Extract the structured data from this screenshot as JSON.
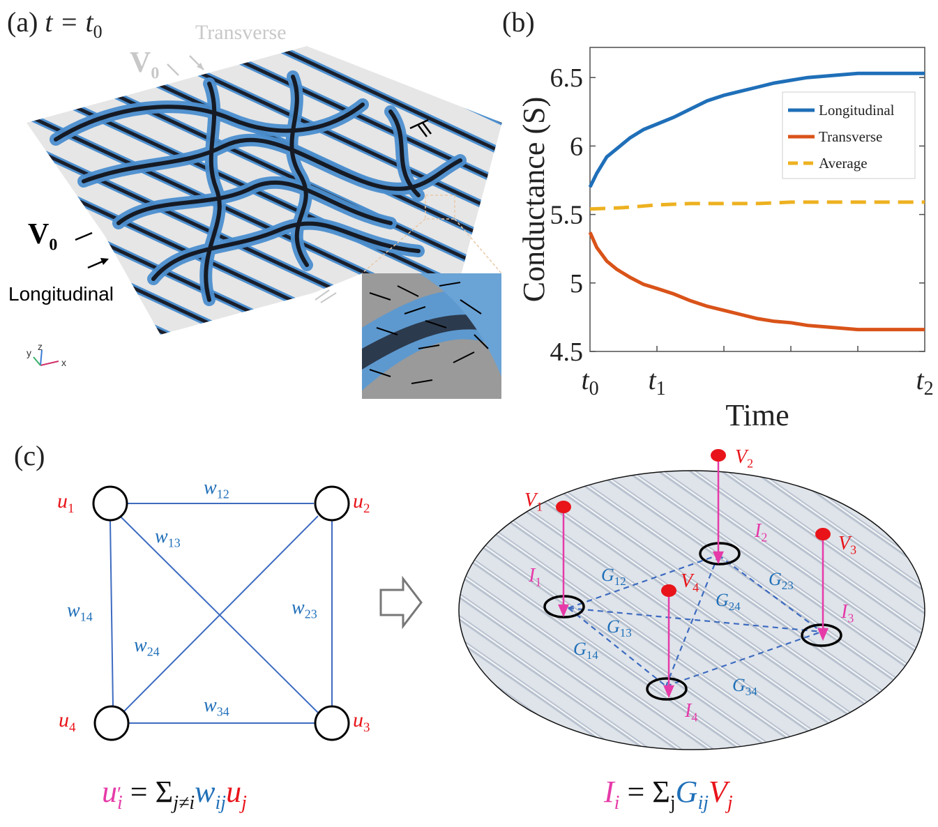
{
  "panel_a": {
    "label": "(a)",
    "time_eq": "t = t",
    "time_sub": "0",
    "transverse_label": "Transverse",
    "v0_top": "V",
    "v0_top_sub": "0",
    "v0_left": "V",
    "v0_left_sub": "0",
    "longitudinal_label": "Longitudinal",
    "axis_y": "y",
    "axis_z": "z",
    "axis_x": "x"
  },
  "panel_b": {
    "label": "(b)"
  },
  "chart_data": {
    "type": "line",
    "xlabel": "Time",
    "ylabel": "Conductance (S)",
    "xticklabels": [
      {
        "base": "t",
        "sub": "0",
        "x": 0
      },
      {
        "base": "t",
        "sub": "1",
        "x": 0.2
      },
      {
        "base": "t",
        "sub": "2",
        "x": 1
      }
    ],
    "yticks": [
      "4.5",
      "5",
      "5.5",
      "6",
      "6.5"
    ],
    "ylim": [
      4.5,
      6.72
    ],
    "xlim": [
      0,
      1
    ],
    "legend_position": "upper-right",
    "series": [
      {
        "name": "Longitudinal",
        "color": "#1f6fb8",
        "style": "solid",
        "x": [
          0,
          0.02,
          0.05,
          0.08,
          0.12,
          0.16,
          0.2,
          0.25,
          0.3,
          0.35,
          0.4,
          0.45,
          0.5,
          0.55,
          0.6,
          0.65,
          0.7,
          0.75,
          0.8,
          0.85,
          0.9,
          0.95,
          1.0
        ],
        "y": [
          5.7,
          5.8,
          5.92,
          5.98,
          6.06,
          6.12,
          6.16,
          6.21,
          6.27,
          6.33,
          6.37,
          6.4,
          6.43,
          6.46,
          6.48,
          6.5,
          6.51,
          6.52,
          6.53,
          6.53,
          6.53,
          6.53,
          6.53
        ]
      },
      {
        "name": "Transverse",
        "color": "#d95319",
        "style": "solid",
        "x": [
          0,
          0.02,
          0.05,
          0.08,
          0.12,
          0.16,
          0.2,
          0.25,
          0.3,
          0.35,
          0.4,
          0.45,
          0.5,
          0.55,
          0.6,
          0.65,
          0.7,
          0.75,
          0.8,
          0.85,
          0.9,
          0.95,
          1.0
        ],
        "y": [
          5.37,
          5.26,
          5.16,
          5.1,
          5.04,
          4.99,
          4.96,
          4.92,
          4.87,
          4.83,
          4.8,
          4.77,
          4.74,
          4.72,
          4.71,
          4.69,
          4.68,
          4.67,
          4.66,
          4.66,
          4.66,
          4.66,
          4.66
        ]
      },
      {
        "name": "Average",
        "color": "#edb120",
        "style": "dashed",
        "x": [
          0,
          0.1,
          0.2,
          0.3,
          0.4,
          0.5,
          0.6,
          0.7,
          0.8,
          0.9,
          1.0
        ],
        "y": [
          5.54,
          5.55,
          5.57,
          5.58,
          5.58,
          5.58,
          5.59,
          5.59,
          5.59,
          5.59,
          5.59
        ]
      }
    ]
  },
  "panel_c": {
    "label": "(c)",
    "nodes": [
      {
        "id": "u1",
        "base": "u",
        "sub": "1"
      },
      {
        "id": "u2",
        "base": "u",
        "sub": "2"
      },
      {
        "id": "u3",
        "base": "u",
        "sub": "3"
      },
      {
        "id": "u4",
        "base": "u",
        "sub": "4"
      }
    ],
    "edges": [
      {
        "base": "w",
        "sub": "12"
      },
      {
        "base": "w",
        "sub": "13"
      },
      {
        "base": "w",
        "sub": "14"
      },
      {
        "base": "w",
        "sub": "23"
      },
      {
        "base": "w",
        "sub": "24"
      },
      {
        "base": "w",
        "sub": "34"
      }
    ],
    "equation_left": {
      "lhs": "u",
      "lhs_sup": "′",
      "lhs_sub": "i",
      "eq": " = Σ",
      "sum_sub": "j≠i",
      "w": "w",
      "w_sub": "ij",
      "u": "u",
      "u_sub": "j"
    },
    "voltages": [
      {
        "base": "V",
        "sub": "1"
      },
      {
        "base": "V",
        "sub": "2"
      },
      {
        "base": "V",
        "sub": "3"
      },
      {
        "base": "V",
        "sub": "4"
      }
    ],
    "currents": [
      {
        "base": "I",
        "sub": "1"
      },
      {
        "base": "I",
        "sub": "2"
      },
      {
        "base": "I",
        "sub": "3"
      },
      {
        "base": "I",
        "sub": "4"
      }
    ],
    "conductances": [
      {
        "base": "G",
        "sub": "12"
      },
      {
        "base": "G",
        "sub": "13"
      },
      {
        "base": "G",
        "sub": "14"
      },
      {
        "base": "G",
        "sub": "23"
      },
      {
        "base": "G",
        "sub": "24"
      },
      {
        "base": "G",
        "sub": "34"
      }
    ],
    "equation_right": {
      "lhs": "I",
      "lhs_sub": "i",
      "eq": " = Σ",
      "sum_sub": "j",
      "g": "G",
      "g_sub": "ij",
      "v": "V",
      "v_sub": "j"
    },
    "colors": {
      "red": "#e8141a",
      "blue": "#1f6fb8",
      "magenta": "#e63aa8",
      "edge_blue": "#3d6bc0"
    }
  }
}
